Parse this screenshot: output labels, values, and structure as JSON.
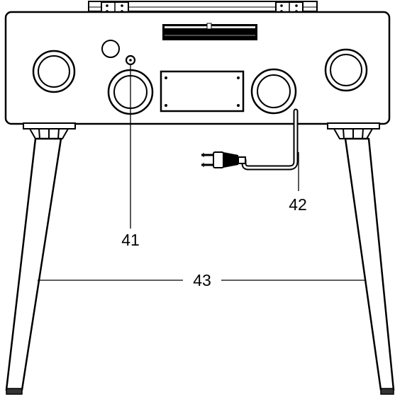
{
  "callouts": {
    "headphone_jack": "41",
    "power_cord": "42",
    "legs": "43"
  },
  "colors": {
    "line": "#000000",
    "background": "#ffffff"
  }
}
